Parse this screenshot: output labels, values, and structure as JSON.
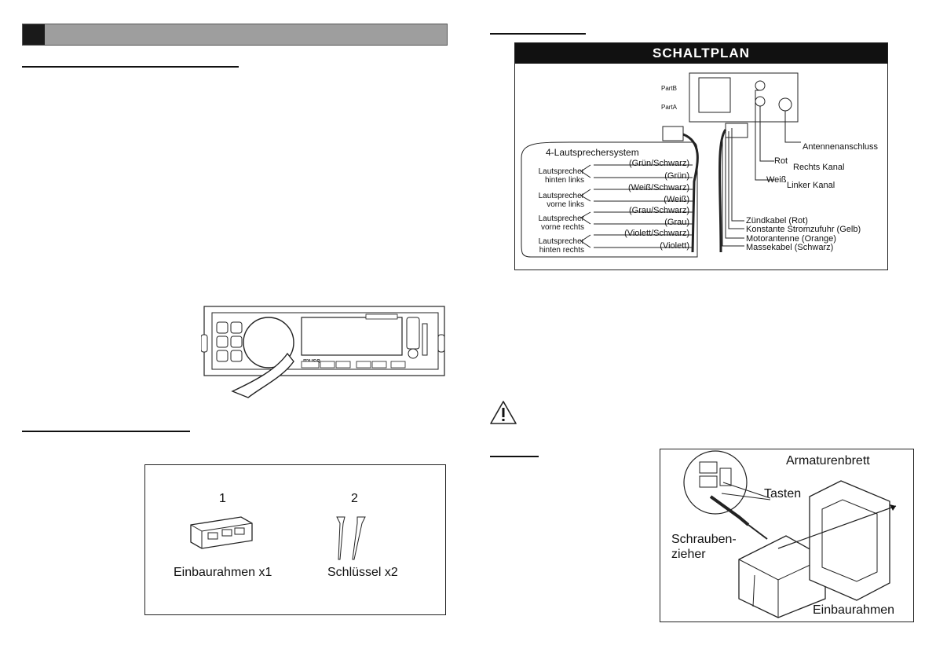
{
  "schematic": {
    "title": "SCHALTPLAN",
    "part_b": "PartB",
    "part_a": "PartA",
    "system_label": "4-Lautsprechersystem",
    "speaker_groups": [
      "Lautsprecher\nhinten links",
      "Lautsprecher\nvorne links",
      "Lautsprecher\nvorne rechts",
      "Lautsprecher\nhinten rechts"
    ],
    "wires": [
      "(Grün/Schwarz)",
      "(Grün)",
      "(Weiß/Schwarz)",
      "(Weiß)",
      "(Grau/Schwarz)",
      "(Grau)",
      "(Violett/Schwarz)",
      "(Violett)"
    ],
    "antenna": "Antennenanschluss",
    "rot": "Rot",
    "right_channel": "Rechts Kanal",
    "weiss": "Weiß",
    "left_channel": "Linker Kanal",
    "ignition": "Zündkabel (Rot)",
    "constant_power": "Konstante Stromzufuhr (Gelb)",
    "motor_antenna": "Motorantenne (Orange)",
    "ground": "Massekabel (Schwarz)"
  },
  "accessories": {
    "item1_number": "1",
    "item1_label": "Einbaurahmen x1",
    "item2_number": "2",
    "item2_label": "Schlüssel x2"
  },
  "installation": {
    "dashboard": "Armaturenbrett",
    "buttons": "Tasten",
    "screwdriver_line1": "Schrauben-",
    "screwdriver_line2": "zieher",
    "frame": "Einbaurahmen"
  },
  "radio": {
    "brand": "muse"
  }
}
